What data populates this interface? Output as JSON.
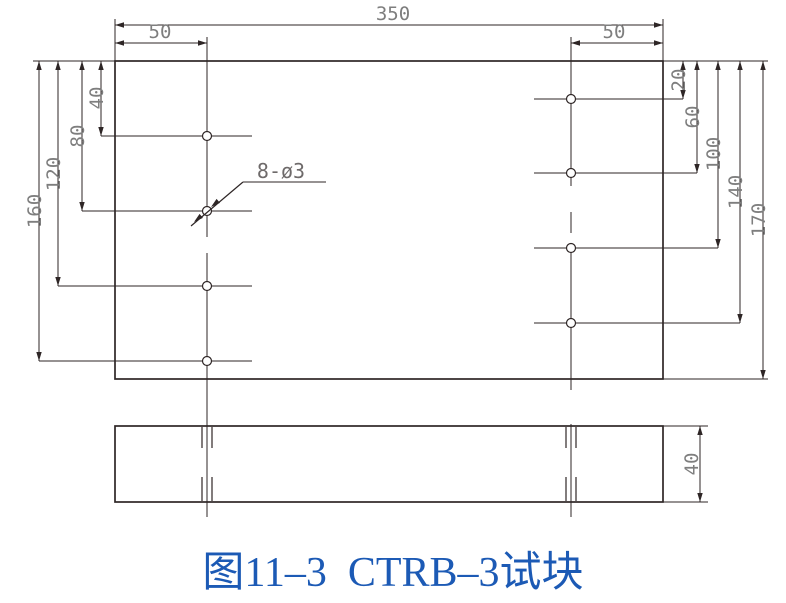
{
  "figure": {
    "caption": "图11–3  CTRB–3试块",
    "caption_color": "#1c5ab5"
  },
  "drawing": {
    "dim_labels": {
      "total_width": "350",
      "left_hole_offset": "50",
      "right_hole_offset": "50",
      "left_rows": [
        "40",
        "80",
        "120",
        "160"
      ],
      "right_rows": [
        "20",
        "60",
        "100",
        "140",
        "170"
      ],
      "plate_thickness": "40",
      "hole_callout": "8-ø3"
    },
    "colors": {
      "line": "#2e2626",
      "dim_text": "#7e7e7e",
      "caption": "#1c5ab5"
    }
  }
}
